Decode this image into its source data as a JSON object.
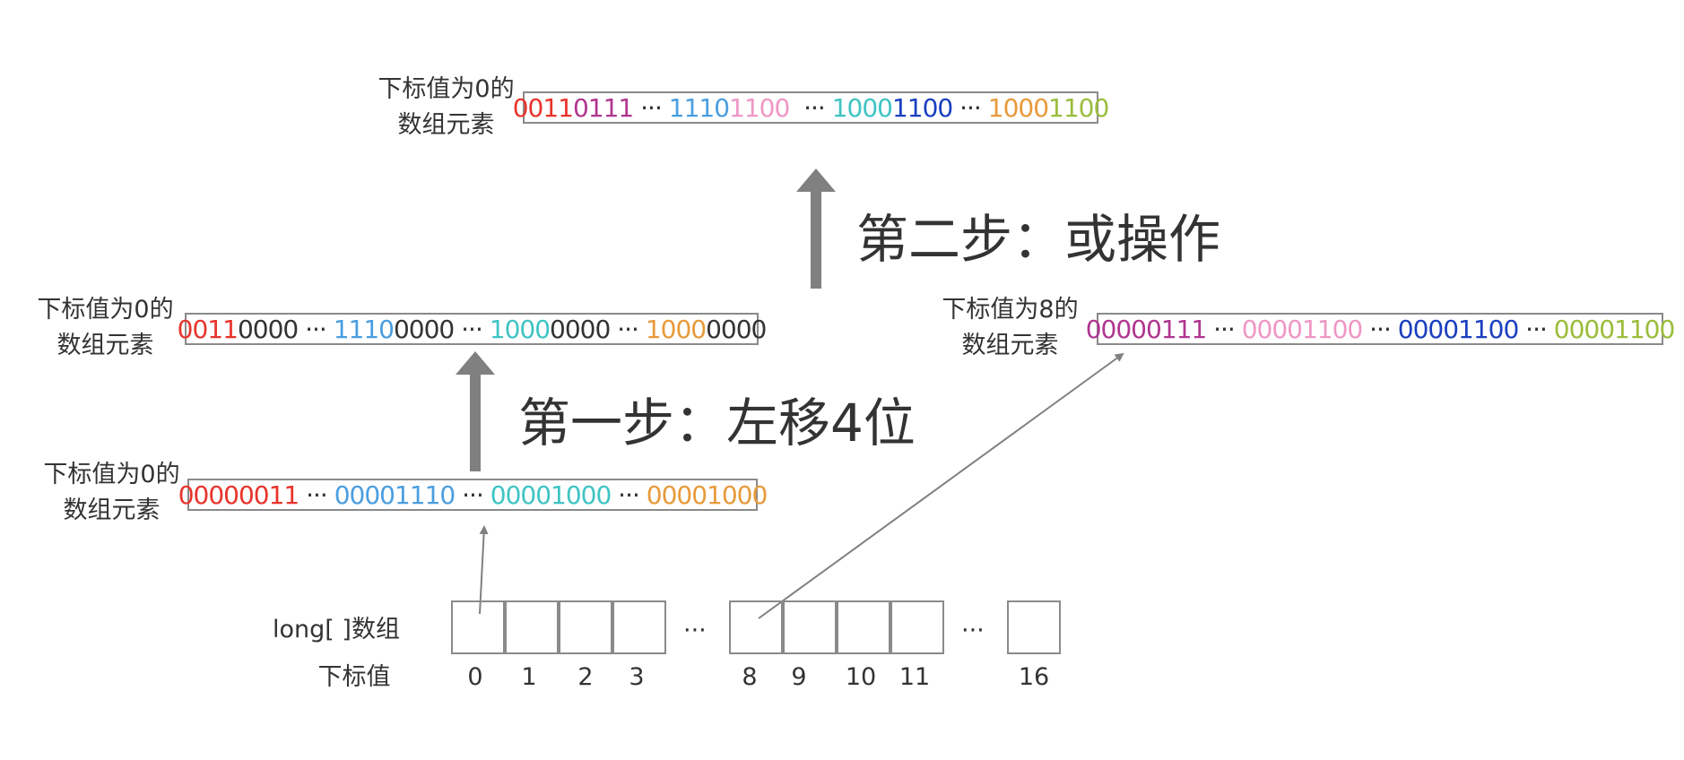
{
  "colors": {
    "red": "#e8342b",
    "purple": "#b0358f",
    "blue": "#4a9ee0",
    "pink": "#ef97c4",
    "teal": "#3fc4c4",
    "navy": "#1a3fbf",
    "orange": "#e89a3a",
    "green": "#9bbd3c",
    "dark": "#333333"
  },
  "top_row": {
    "label_line1": "下标值为0的",
    "label_line2": "数组元素",
    "segments": [
      {
        "text": "0011",
        "color": "red"
      },
      {
        "text": "0111",
        "color": "purple"
      },
      {
        "text": " ··· ",
        "color": "dark"
      },
      {
        "text": "1110",
        "color": "blue"
      },
      {
        "text": "1100",
        "color": "pink"
      },
      {
        "text": "  ··· ",
        "color": "dark"
      },
      {
        "text": "1000",
        "color": "teal"
      },
      {
        "text": "1100",
        "color": "navy"
      },
      {
        "text": " ··· ",
        "color": "dark"
      },
      {
        "text": "1000",
        "color": "orange"
      },
      {
        "text": "1100",
        "color": "green"
      }
    ]
  },
  "step2": "第二步：或操作",
  "mid_left": {
    "label_line1": "下标值为0的",
    "label_line2": "数组元素",
    "segments": [
      {
        "text": "0011",
        "color": "red"
      },
      {
        "text": "0000",
        "color": "dark"
      },
      {
        "text": " ··· ",
        "color": "dark"
      },
      {
        "text": "1110",
        "color": "blue"
      },
      {
        "text": "0000",
        "color": "dark"
      },
      {
        "text": " ··· ",
        "color": "dark"
      },
      {
        "text": "1000",
        "color": "teal"
      },
      {
        "text": "0000",
        "color": "dark"
      },
      {
        "text": " ··· ",
        "color": "dark"
      },
      {
        "text": "1000",
        "color": "orange"
      },
      {
        "text": "0000",
        "color": "dark"
      }
    ]
  },
  "mid_right": {
    "label_line1": "下标值为8的",
    "label_line2": "数组元素",
    "segments": [
      {
        "text": "00000111",
        "color": "purple"
      },
      {
        "text": " ··· ",
        "color": "dark"
      },
      {
        "text": "00001100",
        "color": "pink"
      },
      {
        "text": " ··· ",
        "color": "dark"
      },
      {
        "text": "00001100",
        "color": "navy"
      },
      {
        "text": " ··· ",
        "color": "dark"
      },
      {
        "text": "00001100",
        "color": "green"
      }
    ]
  },
  "step1": "第一步：左移4位",
  "bottom_row": {
    "label_line1": "下标值为0的",
    "label_line2": "数组元素",
    "segments": [
      {
        "text": "00000011",
        "color": "red"
      },
      {
        "text": " ··· ",
        "color": "dark"
      },
      {
        "text": "00001110",
        "color": "blue"
      },
      {
        "text": " ··· ",
        "color": "dark"
      },
      {
        "text": "00001000",
        "color": "teal"
      },
      {
        "text": " ··· ",
        "color": "dark"
      },
      {
        "text": "00001000",
        "color": "orange"
      }
    ]
  },
  "array": {
    "label": "long[ ]数组",
    "index_label": "下标值",
    "ellipsis": "···",
    "indices": [
      "0",
      "1",
      "2",
      "3",
      "8",
      "9",
      "10",
      "11",
      "16"
    ]
  }
}
